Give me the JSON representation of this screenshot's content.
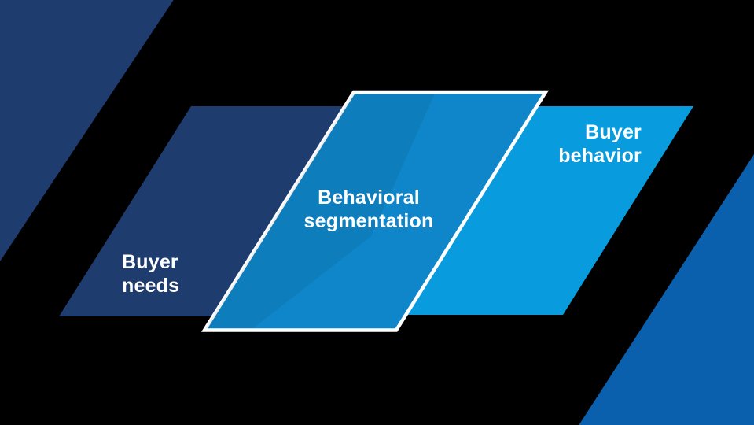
{
  "slide": {
    "background": "#000000",
    "text_color": "#FFFFFF",
    "shapes": {
      "corner_top_left": {
        "role": "decorative corner accent",
        "color": "#1F3C6F"
      },
      "buyer_needs": {
        "label_lines": [
          "Buyer",
          "needs"
        ],
        "color": "#1F3C6F",
        "text_color": "#FFFFFF"
      },
      "behavioral_segmentation": {
        "label_lines": [
          "Behavioral",
          "segmentation"
        ],
        "color": "#0E86C9",
        "border_color": "#FFFFFF",
        "text_color": "#FFFFFF"
      },
      "buyer_behavior": {
        "label_lines": [
          "Buyer",
          "behavior"
        ],
        "color": "#089CDE",
        "text_color": "#FFFFFF"
      },
      "corner_bottom_right": {
        "role": "decorative corner accent",
        "color": "#0B60AD"
      }
    }
  }
}
